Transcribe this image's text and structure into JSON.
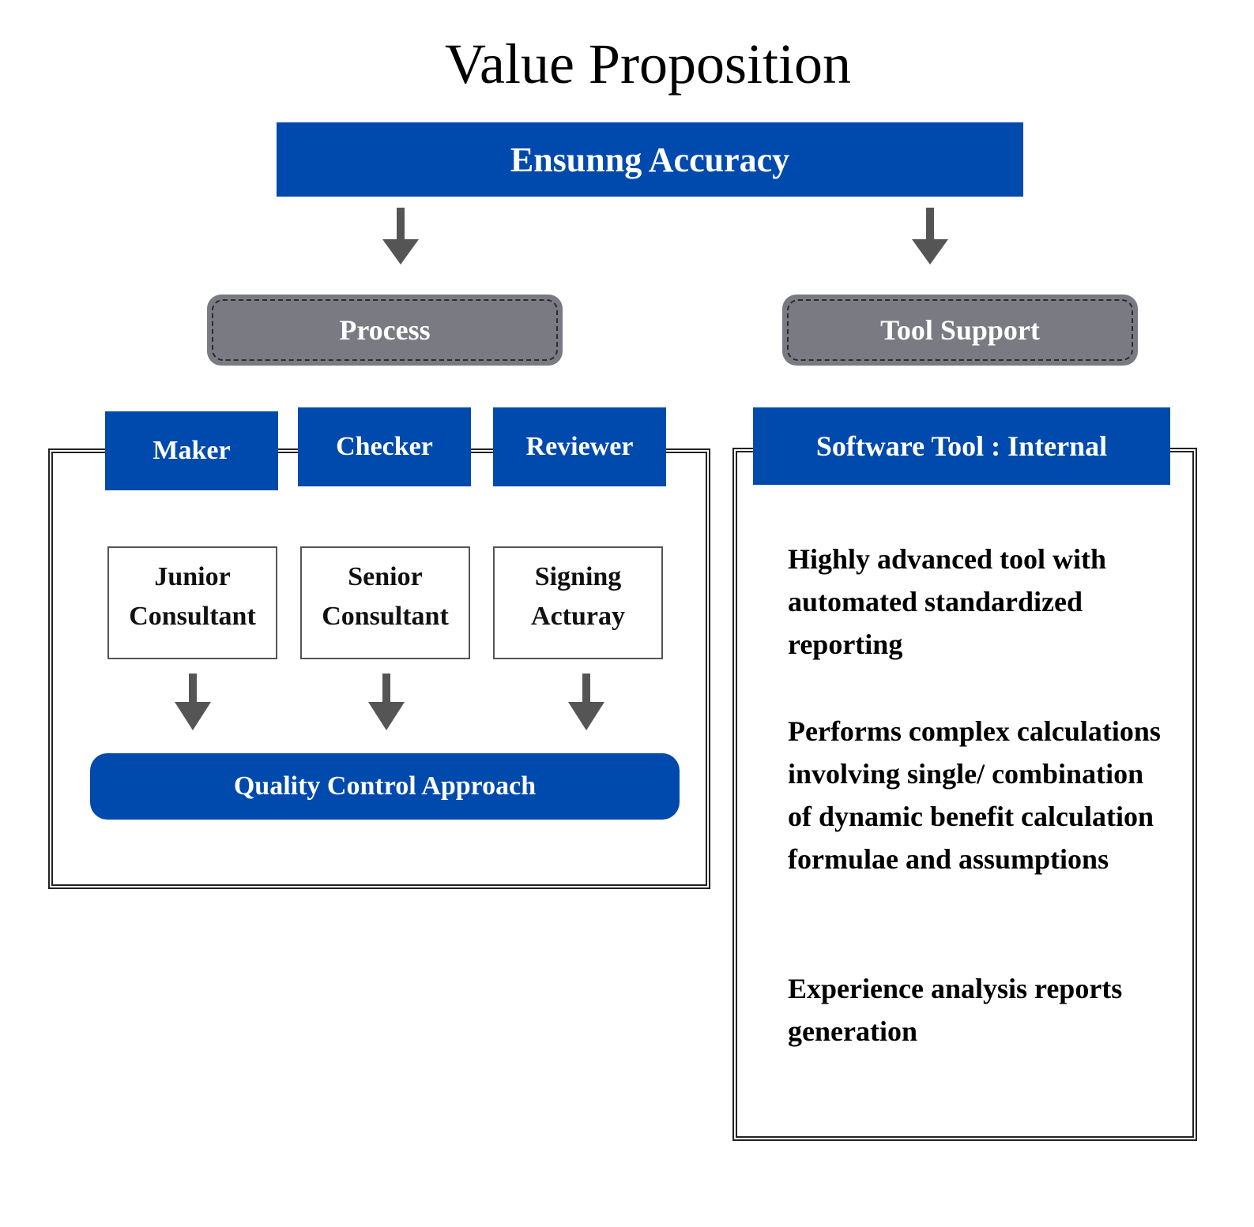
{
  "title": "Value Proposition",
  "top_box": {
    "label": "Ensunng Accuracy"
  },
  "branches": {
    "process": {
      "label": "Process"
    },
    "tool_support": {
      "label": "Tool Support"
    }
  },
  "process_panel": {
    "roles": [
      {
        "label": "Maker",
        "person_line1": "Junior",
        "person_line2": "Consultant"
      },
      {
        "label": "Checker",
        "person_line1": "Senior",
        "person_line2": "Consultant"
      },
      {
        "label": "Reviewer",
        "person_line1": "Signing",
        "person_line2": "Acturay"
      }
    ],
    "outcome": "Quality Control Approach"
  },
  "tool_panel": {
    "header": "Software Tool : Internal",
    "bullets": [
      "Highly advanced tool with automated standardized reporting",
      "Performs complex calculations involving single/ combination of dynamic benefit calculation formulae and assumptions",
      "Experience analysis reports generation"
    ]
  },
  "colors": {
    "primary_blue": "#004aad",
    "pill_gray": "#7a7b82",
    "arrow_gray": "#555555",
    "frame_dark": "#222222"
  }
}
